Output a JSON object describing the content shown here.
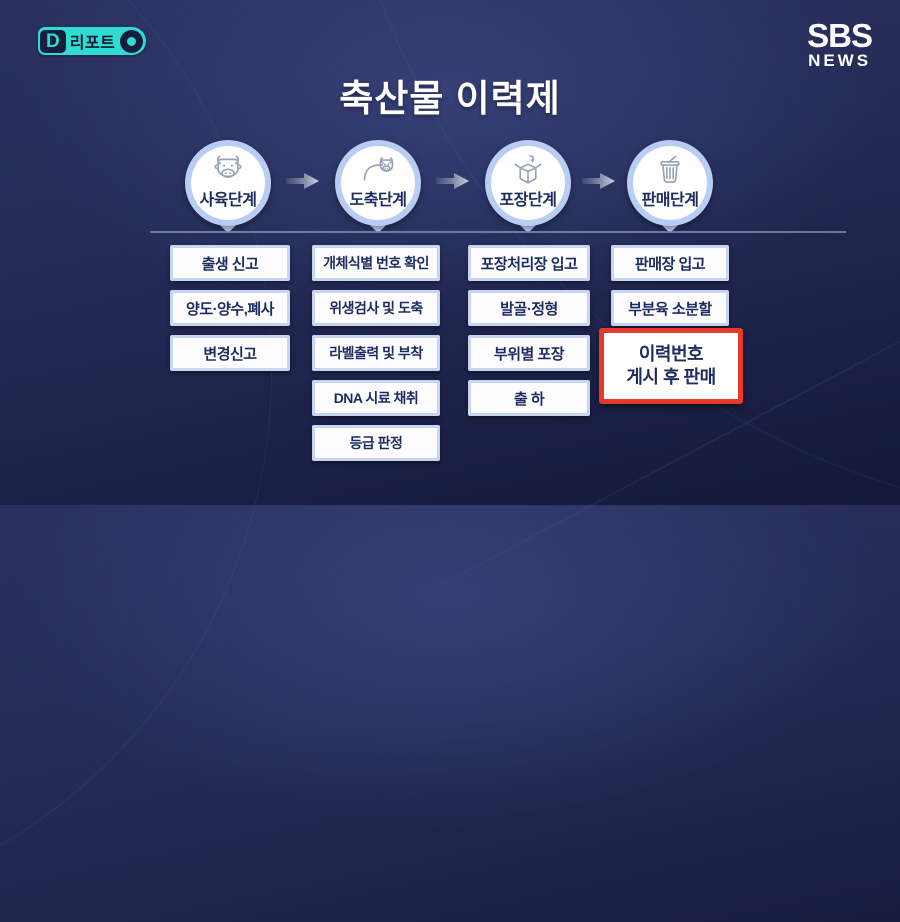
{
  "branding": {
    "badge_d": "D",
    "badge_text": "리포트",
    "channel": "SBS",
    "channel_sub": "NEWS"
  },
  "title": "축산물 이력제",
  "colors": {
    "background_navy": "#232a55",
    "badge_teal": "#2fdcd2",
    "pin_blue": "#b9cdf4",
    "box_border_blue": "#c8d5f1",
    "text_navy": "#1d2b5e",
    "highlight_red": "#e8382c",
    "icon_gray": "#98a1b6"
  },
  "stages": [
    {
      "label": "사육단계",
      "icon": "cow-face-icon",
      "items": [
        "출생 신고",
        "양도·양수,폐사",
        "변경신고"
      ]
    },
    {
      "label": "도축단계",
      "icon": "cow-body-icon",
      "items": [
        "개체식별 번호 확인",
        "위생검사 및 도축",
        "라벨출력 및 부착",
        "DNA 시료 채취",
        "등급 판정"
      ]
    },
    {
      "label": "포장단계",
      "icon": "open-box-icon",
      "items": [
        "포장처리장 입고",
        "발골·정형",
        "부위별 포장",
        "출 하"
      ]
    },
    {
      "label": "판매단계",
      "icon": "shopping-basket-icon",
      "items": [
        "판매장 입고",
        "부분육 소분할"
      ]
    }
  ],
  "highlight": {
    "lines": [
      "이력번호",
      "게시 후 판매"
    ]
  }
}
